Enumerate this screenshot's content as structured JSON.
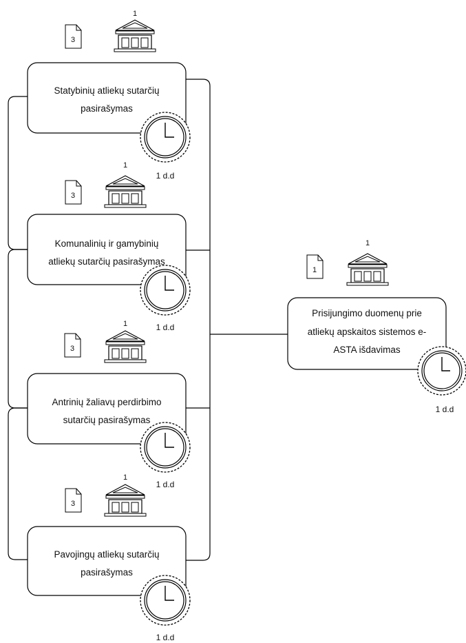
{
  "steps": [
    {
      "lines": [
        "Statybinių atliekų sutarčių",
        "pasirašymas"
      ],
      "doc_count": "3",
      "institution_count": "1",
      "duration": "1 d.d"
    },
    {
      "lines": [
        "Komunalinių ir gamybinių",
        "atliekų sutarčių pasirašymas"
      ],
      "doc_count": "3",
      "institution_count": "1",
      "duration": "1 d.d"
    },
    {
      "lines": [
        "Antrinių žaliavų perdirbimo",
        "sutarčių pasirašymas"
      ],
      "doc_count": "3",
      "institution_count": "1",
      "duration": "1 d.d"
    },
    {
      "lines": [
        "Pavojingų atliekų sutarčių",
        "pasirašymas"
      ],
      "doc_count": "3",
      "institution_count": "1",
      "duration": "1 d.d"
    }
  ],
  "result": {
    "lines": [
      "Prisijungimo duomenų prie",
      "atliekų apskaitos sistemos e-",
      "ASTA išdavimas"
    ],
    "doc_count": "1",
    "institution_count": "1",
    "duration": "1 d.d"
  },
  "icons": {
    "document": "document-icon",
    "institution": "institution-icon",
    "timer": "clock-icon"
  }
}
